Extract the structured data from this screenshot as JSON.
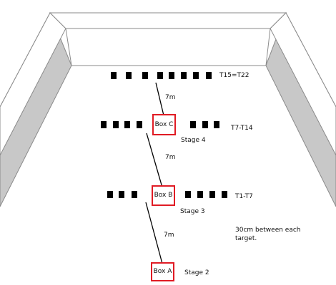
{
  "colors": {
    "wall_front": "#ffffff",
    "wall_side": "#c4c4c4",
    "wall_outline": "#8a8a8a",
    "target": "#000000",
    "box_border": "#e01b24",
    "line": "#000000"
  },
  "boxes": [
    {
      "id": "box-a",
      "label": "Box A"
    },
    {
      "id": "box-b",
      "label": "Box B"
    },
    {
      "id": "box-c",
      "label": "Box C"
    }
  ],
  "stages": {
    "stage2": "Stage 2",
    "stage3": "Stage 3",
    "stage4": "Stage 4"
  },
  "distances": {
    "a_to_b": "7m",
    "b_to_c": "7m",
    "c_to_far": "7m"
  },
  "target_groups": {
    "row1": {
      "label": "T1-T7",
      "left_count": 3,
      "right_count": 4
    },
    "row2": {
      "label": "T7-T14",
      "left_count": 4,
      "right_count": 3
    },
    "row3": {
      "label": "T15=T22",
      "count": 8
    }
  },
  "note": "30cm between each target."
}
